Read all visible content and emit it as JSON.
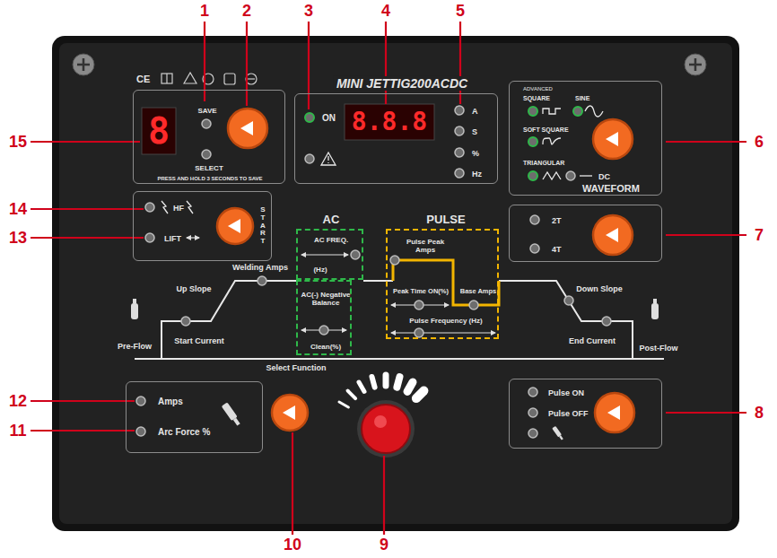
{
  "diagram": {
    "nodes": [
      {
        "text": [
          "MINI JETTIG200ACDC"
        ]
      },
      {
        "text": [
          "SAVE",
          "SELECT",
          "PRESS AND HOLD 3 SECONDS TO SAVE"
        ],
        "in": 0
      },
      {
        "text": [
          "ON",
          "A",
          "S",
          "%",
          "Hz"
        ],
        "in": 0
      },
      {
        "text": [
          "ADVANCED",
          "SQUARE",
          "SINE",
          "SOFT SQUARE",
          "TRIANGULAR",
          "DC",
          "WAVEFORM"
        ],
        "in": 0
      },
      {
        "text": [
          "HF",
          "LIFT",
          "START"
        ],
        "in": 0
      },
      {
        "text": [
          "2T",
          "4T"
        ],
        "in": 0
      },
      {
        "text": [
          "AC",
          "AC FREQ.",
          "(Hz)"
        ],
        "in": 0
      },
      {
        "text": [
          "AC(-) Negative Balance",
          "Clean(%)"
        ],
        "in": 0
      },
      {
        "text": [
          "PULSE",
          "Pulse Peak Amps",
          "Peak Time ON(%)",
          "Base Amps",
          "Pulse Frequency (Hz)"
        ],
        "in": 0
      },
      {
        "text": [
          "Amps",
          "Arc Force %"
        ],
        "in": 0
      },
      {
        "text": [
          "Pulse ON",
          "Pulse OFF"
        ],
        "in": 0
      }
    ],
    "labels": [
      "CE",
      "8",
      "8.8.8",
      "Welding Amps",
      "Up Slope",
      "Start Current",
      "Pre-Flow",
      "Down Slope",
      "End Current",
      "Post-Flow",
      "Select Function",
      "1",
      "2",
      "3",
      "4",
      "5",
      "6",
      "7",
      "8",
      "9",
      "10",
      "11",
      "12",
      "13",
      "14",
      "15"
    ]
  }
}
